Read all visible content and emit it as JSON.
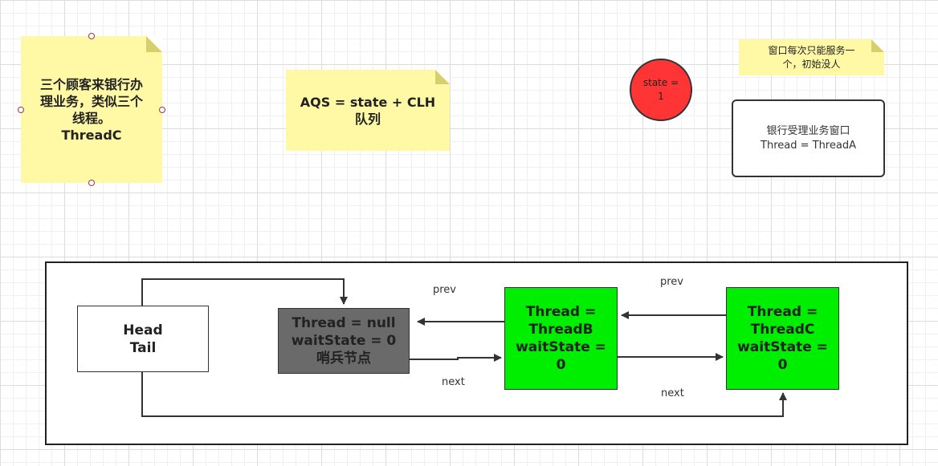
{
  "notes": {
    "customers": {
      "line1": "三个顾客来银行办",
      "line2": "理业务，类似三个",
      "line3": "线程。",
      "line4": "ThreadC"
    },
    "aqs": {
      "line1": "AQS = state + CLH",
      "line2": "队列"
    },
    "window_note": {
      "line1": "窗口每次只能服务一",
      "line2": "个，初始没人"
    }
  },
  "state_circle": {
    "line1": "state =",
    "line2": "1"
  },
  "window_box": {
    "line1": "银行受理业务窗口",
    "line2": "Thread = ThreadA"
  },
  "queue": {
    "head_tail": {
      "line1": "Head",
      "line2": "Tail"
    },
    "sentinel": {
      "line1": "Thread = null",
      "line2": "waitState = 0",
      "line3": "哨兵节点"
    },
    "node_b": {
      "line1": "Thread =",
      "line2": "ThreadB",
      "line3": "waitState =",
      "line4": "0"
    },
    "node_c": {
      "line1": "Thread =",
      "line2": "ThreadC",
      "line3": "waitState =",
      "line4": "0"
    },
    "labels": {
      "prev_1": "prev",
      "next_1": "next",
      "prev_2": "prev",
      "next_2": "next"
    }
  },
  "colors": {
    "note": "#fff9a6",
    "state_circle": "#ff3535",
    "sentinel_node": "#6a6a6a",
    "thread_node": "#00ee00",
    "stroke": "#333333"
  }
}
